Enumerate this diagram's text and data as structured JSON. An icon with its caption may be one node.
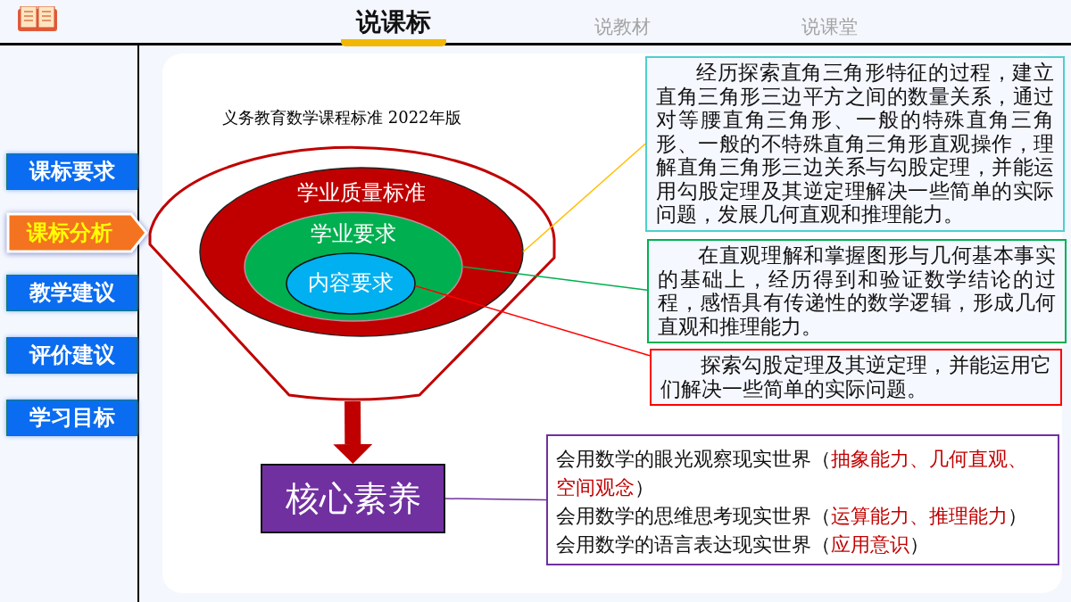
{
  "diagram": {
    "title": "义务教育数学课程标准 2022年版",
    "nodes": [
      {
        "text": [],
        "shape": "funnel"
      },
      {
        "text": [
          "学业质量标准"
        ],
        "in": 0
      },
      {
        "text": [
          "学业要求"
        ],
        "in": 1
      },
      {
        "text": [
          "内容要求"
        ],
        "in": 2
      },
      {
        "text": [
          "核心素养"
        ]
      },
      {
        "text": [
          "经历探索直角三角形特征的过程，建立直角三角形三边平方之间的数量关系，通过对等腰直角三角形、一般的特殊直角三角形、一般的不特殊直角三角形直观操作，理解直角三角形三边关系与勾股定理，并能运用勾股定理及其逆定理解决一些简单的实际问题，发展几何直观和推理能力。"
        ]
      },
      {
        "text": [
          "在直观理解和掌握图形与几何基本事实的基础上，经历得到和验证数学结论的过程，感悟具有传递性的数学逻辑，形成几何直观和推理能力。"
        ]
      },
      {
        "text": [
          "探索勾股定理及其逆定理，并能运用它们解决一些简单的实际问题。"
        ]
      },
      {
        "text": [
          "会用数学的眼光观察现实世界（**抽象能力、几何直观、空间观念**）",
          "会用数学的思维思考现实世界（**运算能力、推理能力**）",
          "会用数学的语言表达现实世界（**应用意识**）"
        ]
      }
    ],
    "edges": [
      {
        "from": 1,
        "to": 5,
        "arrow": "none",
        "color": "#ffc000"
      },
      {
        "from": 2,
        "to": 6,
        "arrow": "none",
        "color": "#00b050"
      },
      {
        "from": 3,
        "to": 7,
        "arrow": "none",
        "color": "#ff0000"
      },
      {
        "from": 0,
        "to": 4,
        "arrow": "to",
        "style": "thick",
        "color": "#c00000"
      },
      {
        "from": 4,
        "to": 8,
        "arrow": "none",
        "color": "#7030a0"
      }
    ],
    "labels": [
      "说课标",
      "说教材",
      "说课堂",
      "课标要求",
      "课标分析",
      "教学建议",
      "评价建议",
      "学习目标"
    ]
  }
}
